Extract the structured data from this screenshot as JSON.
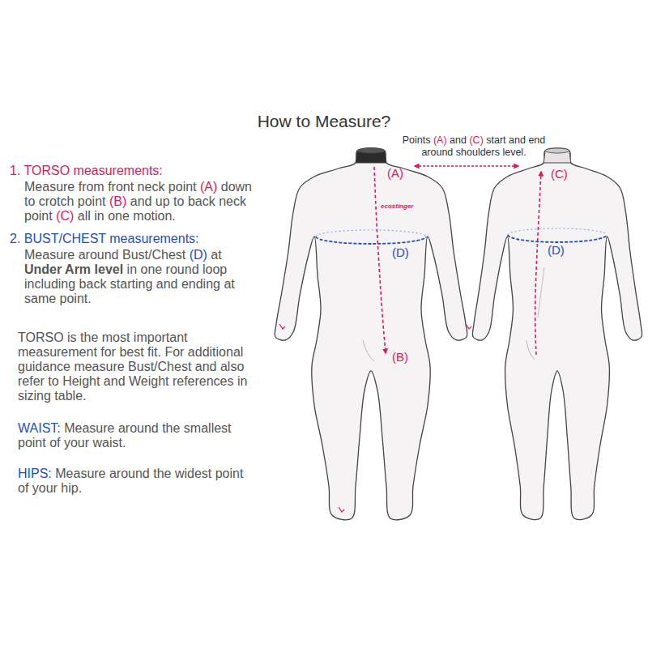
{
  "diagram": {
    "title": "How to Measure?",
    "labels": [
      "1. TORSO measurements:",
      "Measure from front neck point (A) down to crotch point (B) and up to back neck point (C) all in one motion.",
      "2. BUST/CHEST measurements:",
      "Measure around Bust/Chest (D) at",
      "Under Arm level",
      "in one round loop including back starting and ending at same point.",
      "TORSO is the most important measurement for best fit. For additional guidance measure Bust/Chest and also refer to Height and Weight references in sizing table.",
      "WAIST:",
      "Measure around the smallest point of your waist.",
      "HIPS:",
      "Measure around the widest point of your hip.",
      "Points (A) and (C) start and end around shoulders level.",
      "(A)",
      "ecostinger",
      "(D)",
      "(B)",
      "(C)",
      "(D)"
    ]
  }
}
